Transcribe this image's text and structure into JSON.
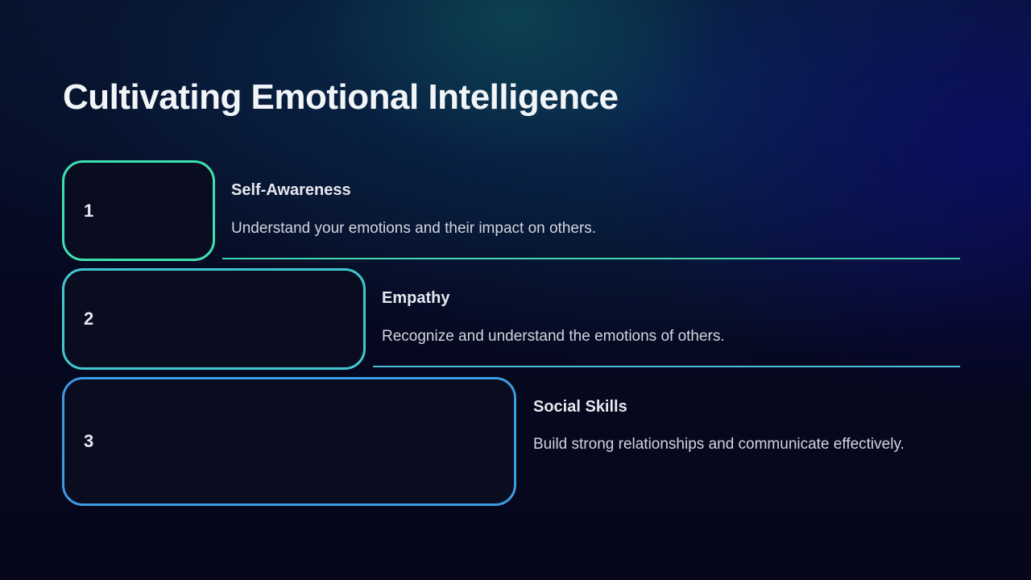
{
  "slide": {
    "title": "Cultivating Emotional Intelligence",
    "colors": {
      "background": "#06071a",
      "title": "#f2f5f8",
      "step1_accent": "#3fe0b0",
      "step2_accent": "#40c8d0",
      "step3_accent": "#3d9be0"
    },
    "steps": [
      {
        "number": "1",
        "heading": "Self-Awareness",
        "description": "Understand your emotions and their impact on others."
      },
      {
        "number": "2",
        "heading": "Empathy",
        "description": "Recognize and understand the emotions of others."
      },
      {
        "number": "3",
        "heading": "Social Skills",
        "description": "Build strong relationships and communicate effectively."
      }
    ]
  }
}
